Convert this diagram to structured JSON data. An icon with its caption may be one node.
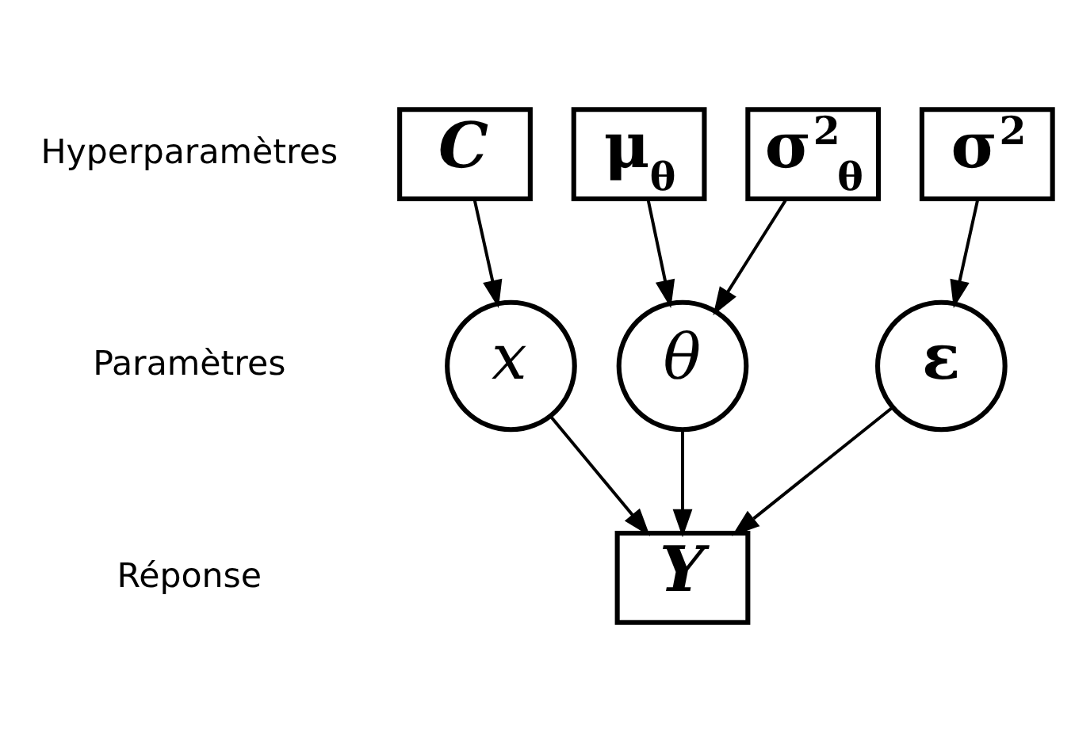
{
  "diagram": {
    "nodes": [
      {
        "text": [
          "C"
        ]
      },
      {
        "text": [
          "μ$_{θ}$"
        ]
      },
      {
        "text": [
          "σ$^{2}$$_{θ}$"
        ]
      },
      {
        "text": [
          "σ$^{2}$"
        ]
      },
      {
        "text": [
          "x"
        ]
      },
      {
        "text": [
          "θ"
        ]
      },
      {
        "text": [
          "ε"
        ]
      },
      {
        "text": [
          "Y"
        ]
      }
    ],
    "edges": [
      {
        "from": 0,
        "to": 4,
        "arrow": "to"
      },
      {
        "from": 1,
        "to": 5,
        "arrow": "to"
      },
      {
        "from": 2,
        "to": 5,
        "arrow": "to"
      },
      {
        "from": 3,
        "to": 6,
        "arrow": "to"
      },
      {
        "from": 4,
        "to": 7,
        "arrow": "to"
      },
      {
        "from": 5,
        "to": 7,
        "arrow": "to"
      },
      {
        "from": 6,
        "to": 7,
        "arrow": "to"
      }
    ],
    "labels": [
      "Hyperparamètres",
      "Paramètres",
      "Réponse"
    ]
  }
}
